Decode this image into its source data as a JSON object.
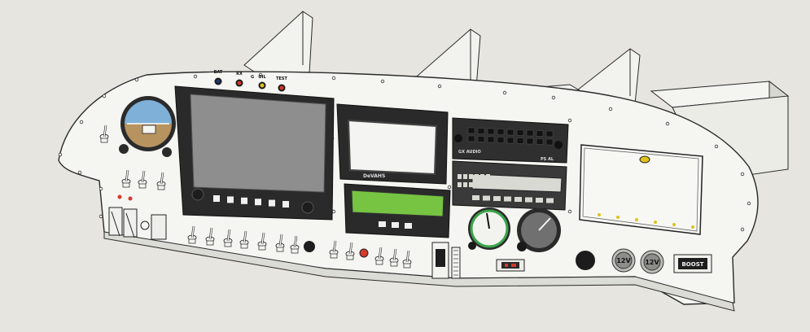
{
  "indicator_labels": [
    "BAT",
    "RX",
    "G",
    "OIL",
    "TEST"
  ],
  "gps_brand": "DeVAHS",
  "radio_top_label": "GX AUDIO",
  "radio_right_label": "PS AL",
  "outlet_labels": [
    "12V",
    "12V"
  ],
  "switch_label": "BOOST",
  "colors": {
    "background": "#e6e5df",
    "panel": "#f5f5f2",
    "outline": "#2a2a2a",
    "screen_large": "#8e8e8e",
    "screen_small": "#f4f4f2",
    "bezel": "#262626",
    "lcd": "#76c442",
    "attitude_sky": "#7fb0d8",
    "attitude_ground": "#b7935f",
    "gauge_green": "#3aa34a",
    "warning_red": "#d23a2a",
    "indicator_yellow": "#e0c21a"
  }
}
